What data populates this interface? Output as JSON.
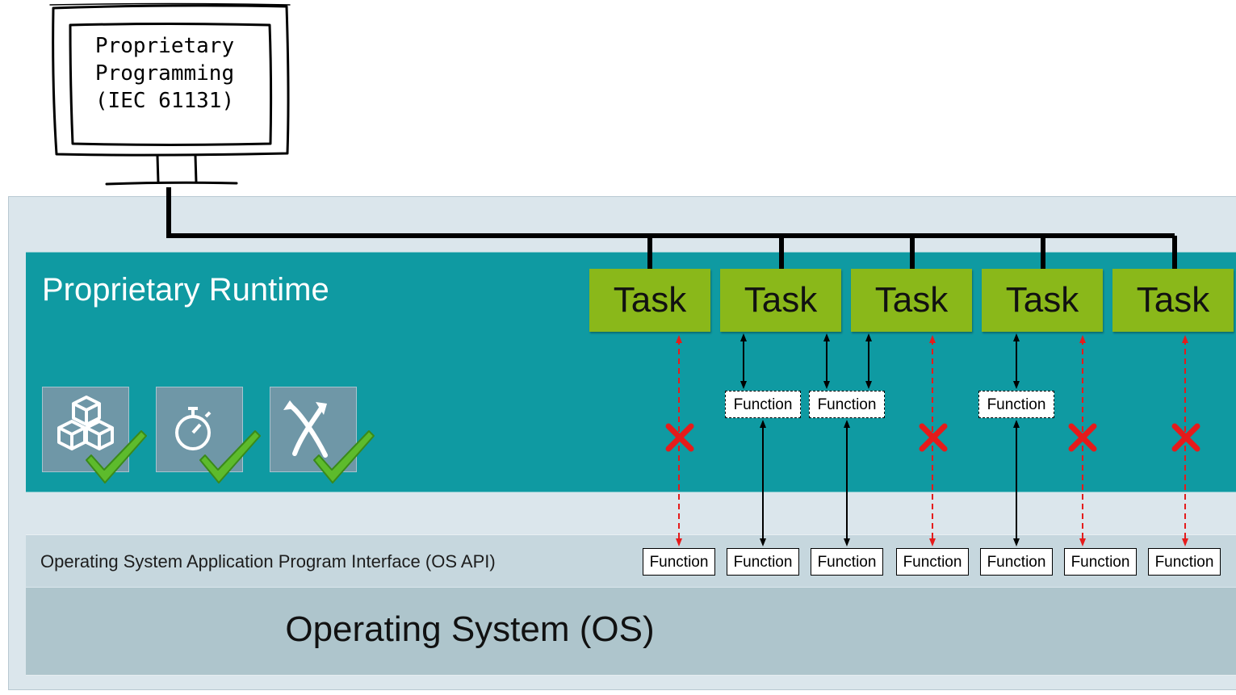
{
  "monitor": {
    "lines": [
      "Proprietary",
      "Programming",
      "(IEC 61131)"
    ]
  },
  "runtime": {
    "title": "Proprietary Runtime",
    "icons": [
      "cubes-check-icon",
      "stopwatch-check-icon",
      "crossing-arrows-check-icon"
    ]
  },
  "tasks": [
    "Task",
    "Task",
    "Task",
    "Task",
    "Task"
  ],
  "runtime_functions": [
    "Function",
    "Function",
    "Function"
  ],
  "api": {
    "label": "Operating System Application Program Interface (OS API)",
    "functions": [
      "Function",
      "Function",
      "Function",
      "Function",
      "Function",
      "Function",
      "Function"
    ]
  },
  "os": {
    "title": "Operating System (OS)"
  },
  "colors": {
    "runtime": "#0f9aa2",
    "task": "#8ab81a",
    "blocked_arrow": "#e51b1b",
    "check": "#5dbb2c"
  }
}
